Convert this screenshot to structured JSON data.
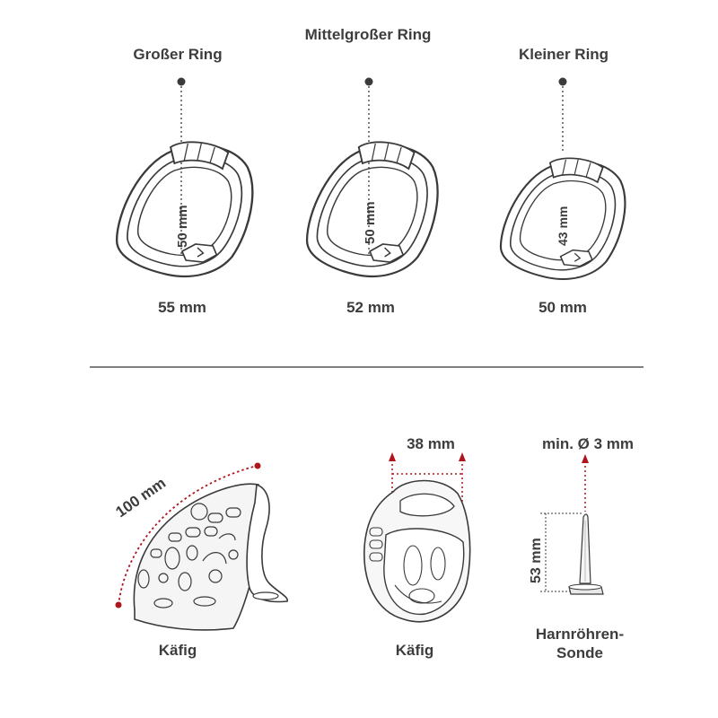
{
  "rings": [
    {
      "name": "Großer Ring",
      "inner": "50 mm",
      "width": "55 mm"
    },
    {
      "name": "Mittelgroßer Ring",
      "inner": "50 mm",
      "width": "52 mm"
    },
    {
      "name": "Kleiner Ring",
      "inner": "43 mm",
      "width": "50 mm"
    }
  ],
  "parts": {
    "cage_side": {
      "label": "Käfig",
      "length": "100 mm"
    },
    "cage_front": {
      "label": "Käfig",
      "width": "38 mm"
    },
    "sound": {
      "label": "Harnröhren-Sonde",
      "diameter": "min. Ø 3 mm",
      "length": "53 mm"
    }
  },
  "colors": {
    "line": "#3a3a3a",
    "accent": "#b0141c",
    "divider": "#333333"
  }
}
